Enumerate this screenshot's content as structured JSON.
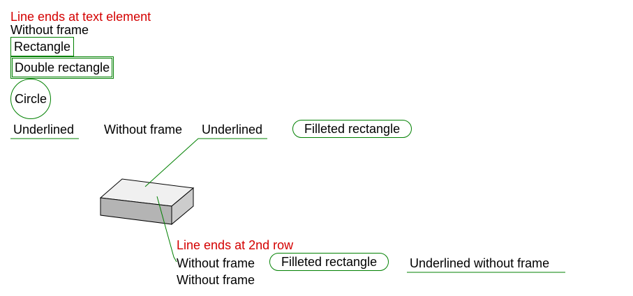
{
  "colors": {
    "leader": "#008000",
    "heading": "#d40000",
    "text": "#000000",
    "box_top": "#f0f0f0",
    "box_front": "#b4b4b4",
    "box_side": "#cccccc"
  },
  "group1": {
    "heading": "Line ends at text element",
    "without_frame": "Without frame",
    "rectangle": "Rectangle",
    "double_rectangle": "Double rectangle",
    "circle": "Circle",
    "underlined": "Underlined"
  },
  "group2": {
    "without_frame": "Without frame",
    "underlined": "Underlined",
    "filleted_rectangle": "Filleted rectangle"
  },
  "group3": {
    "heading": "Line ends at 2nd row",
    "row1_without_frame": "Without frame",
    "row1_filleted_rectangle": "Filleted rectangle",
    "row1_underlined_without_frame": "Underlined without frame",
    "row2_without_frame": "Without frame"
  }
}
